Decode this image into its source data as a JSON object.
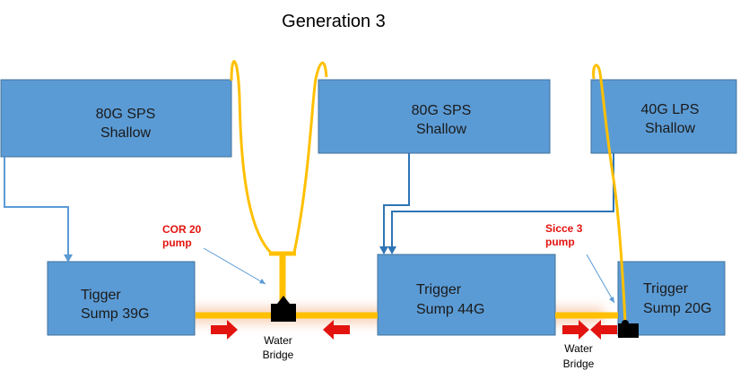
{
  "title": "Generation 3",
  "colors": {
    "box_fill": "#5b9bd5",
    "box_stroke": "#41719c",
    "pipe_blue": "#2e75b6",
    "thin_blue": "#5b9bd5",
    "hose_yellow": "#ffc000",
    "arrow_red": "#e3140f",
    "bridge_glow": "#f8cbad",
    "pump_black": "#000000"
  },
  "display_tanks": [
    {
      "line1": "80G SPS",
      "line2": "Shallow"
    },
    {
      "line1": "80G SPS",
      "line2": "Shallow"
    },
    {
      "line1": "40G LPS",
      "line2": "Shallow"
    }
  ],
  "sumps": [
    {
      "line1": "Tigger",
      "line2": "Sump 39G"
    },
    {
      "line1": "Trigger",
      "line2": "Sump 44G"
    },
    {
      "line1": "Trigger",
      "line2": "Sump 20G"
    }
  ],
  "pumps": [
    {
      "line1": "COR 20",
      "line2": "pump"
    },
    {
      "line1": "Sicce 3",
      "line2": "pump"
    }
  ],
  "bridges": [
    {
      "line1": "Water",
      "line2": "Bridge"
    },
    {
      "line1": "Water",
      "line2": "Bridge"
    }
  ]
}
